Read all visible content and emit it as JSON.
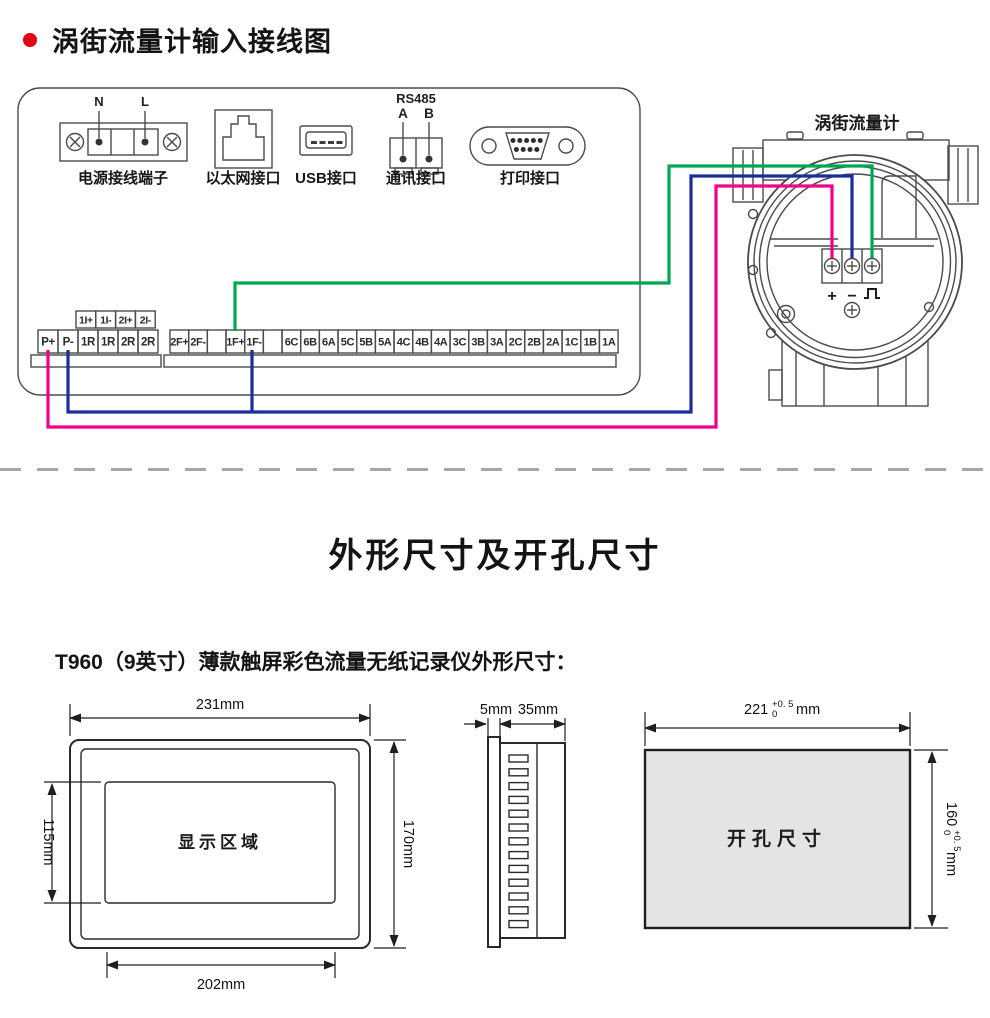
{
  "page": {
    "title": "涡街流量计输入接线图",
    "bullet_color": "#e60012",
    "section_title": "外形尺寸及开孔尺寸",
    "section_subtitle": "T960（9英寸）薄款触屏彩色流量无纸记录仪外形尺寸："
  },
  "wiring": {
    "power": {
      "label": "电源接线端子",
      "pin_n": "N",
      "pin_l": "L"
    },
    "ethernet": {
      "label": "以太网接口"
    },
    "usb": {
      "label": "USB接口"
    },
    "comm": {
      "label": "通讯接口",
      "protocol": "RS485",
      "pin_a": "A",
      "pin_b": "B"
    },
    "printer": {
      "label": "打印接口"
    },
    "strip_small": [
      "1I+",
      "1I-",
      "2I+",
      "2I-"
    ],
    "strip_left": [
      "P+",
      "P-",
      "1R",
      "1R",
      "2R",
      "2R"
    ],
    "strip_right": [
      "2F+",
      "2F-",
      "",
      "1F+",
      "1F-",
      "",
      "6C",
      "6B",
      "6A",
      "5C",
      "5B",
      "5A",
      "4C",
      "4B",
      "4A",
      "3C",
      "3B",
      "3A",
      "2C",
      "2B",
      "2A",
      "1C",
      "1B",
      "1A"
    ],
    "flowmeter": {
      "label": "涡街流量计",
      "terminal_plus": "+",
      "terminal_minus": "−",
      "terminal_pulse": "⎍"
    },
    "wire_colors": {
      "power_plus": "#EC008C",
      "common": "#1B2C9B",
      "pulse": "#00A651"
    }
  },
  "dimensions": {
    "front": {
      "width": "231mm",
      "height": "170mm",
      "display_area": "显示区域",
      "display_height": "115mm",
      "display_width": "202mm"
    },
    "side": {
      "bezel": "5mm",
      "depth": "35mm"
    },
    "cutout": {
      "label": "开孔尺寸",
      "fill": "#e4e4e4",
      "width_value": "221",
      "width_tol_upper": "+0. 5",
      "width_tol_lower": "0",
      "width_unit": "mm",
      "height_value": "160",
      "height_tol_upper": "+0. 5",
      "height_tol_lower": "0",
      "height_unit": "mm"
    }
  }
}
